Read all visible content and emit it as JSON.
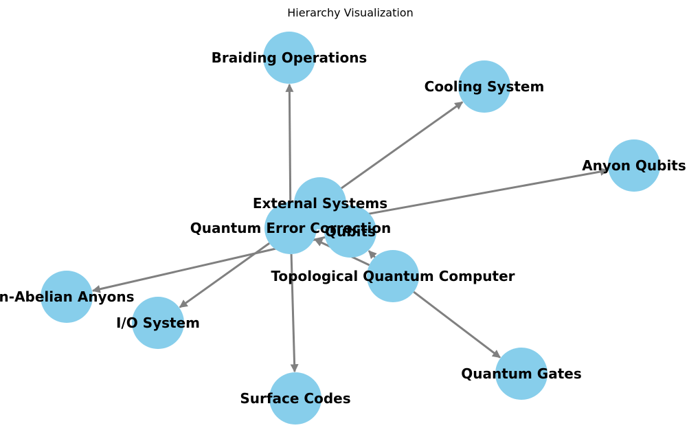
{
  "title": "Hierarchy Visualization",
  "colors": {
    "node_fill": "#87ceeb",
    "edge": "#808080",
    "text": "#000000",
    "background": "#ffffff"
  },
  "nodes": [
    {
      "id": "braiding",
      "label": "Braiding Operations"
    },
    {
      "id": "cooling",
      "label": "Cooling System"
    },
    {
      "id": "anyon",
      "label": "Anyon Qubits"
    },
    {
      "id": "external",
      "label": "External Systems"
    },
    {
      "id": "qec",
      "label": "Quantum Error Correction"
    },
    {
      "id": "qubits",
      "label": "Qubits"
    },
    {
      "id": "tqc",
      "label": "Topological Quantum Computer"
    },
    {
      "id": "nonabelian",
      "label": "n-Abelian Anyons"
    },
    {
      "id": "io",
      "label": "I/O System"
    },
    {
      "id": "gates",
      "label": "Quantum Gates"
    },
    {
      "id": "surface",
      "label": "Surface Codes"
    }
  ],
  "edges": [
    {
      "from": "qec",
      "to": "braiding"
    },
    {
      "from": "external",
      "to": "cooling"
    },
    {
      "from": "qec",
      "to": "anyon"
    },
    {
      "from": "qubits",
      "to": "nonabelian"
    },
    {
      "from": "qec",
      "to": "io"
    },
    {
      "from": "qec",
      "to": "surface"
    },
    {
      "from": "tqc",
      "to": "gates"
    },
    {
      "from": "tqc",
      "to": "qec"
    },
    {
      "from": "tqc",
      "to": "qubits"
    }
  ]
}
